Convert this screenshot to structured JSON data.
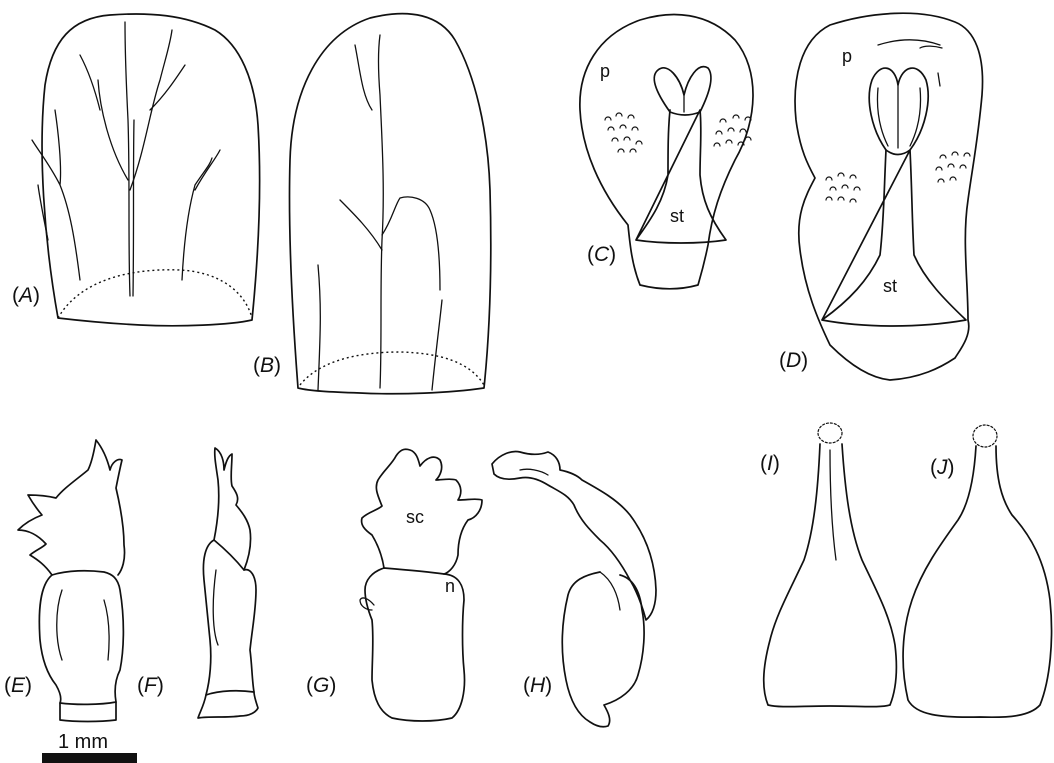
{
  "panels": [
    {
      "id": "A",
      "label": "A"
    },
    {
      "id": "B",
      "label": "B"
    },
    {
      "id": "C",
      "label": "C"
    },
    {
      "id": "D",
      "label": "D"
    },
    {
      "id": "E",
      "label": "E"
    },
    {
      "id": "F",
      "label": "F"
    },
    {
      "id": "G",
      "label": "G"
    },
    {
      "id": "H",
      "label": "H"
    },
    {
      "id": "I",
      "label": "I"
    },
    {
      "id": "J",
      "label": "J"
    }
  ],
  "parts": {
    "petal": "p",
    "stamen": "st",
    "scale": "sc",
    "nectary": "n"
  },
  "scale_bar": {
    "label": "1 mm"
  }
}
